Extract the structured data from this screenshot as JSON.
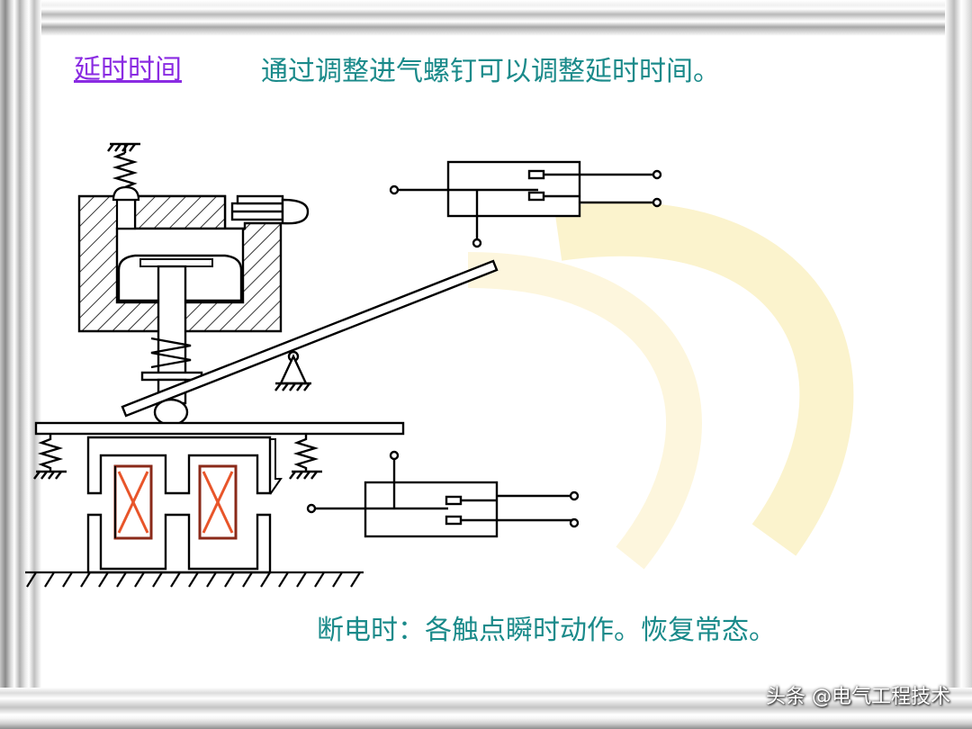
{
  "slide": {
    "title_link": "延时时间",
    "headline": "通过调整进气螺钉可以调整延时时间。",
    "caption": "断电时：各触点瞬时动作。恢复常态。"
  },
  "watermark": "头条 @电气工程技术",
  "colors": {
    "title_link": "#8a2be2",
    "text": "#1a8a8a",
    "coil_cross": "#e8552a",
    "coil_border": "#8b2a1a",
    "watermark_arc": "#fbf2c8"
  }
}
